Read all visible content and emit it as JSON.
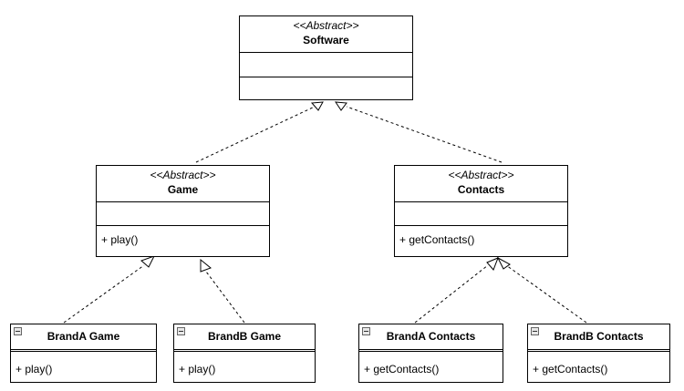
{
  "classes": {
    "software": {
      "stereotype": "<<Abstract>>",
      "name": "Software"
    },
    "game": {
      "stereotype": "<<Abstract>>",
      "name": "Game",
      "method": "+ play()"
    },
    "contacts": {
      "stereotype": "<<Abstract>>",
      "name": "Contacts",
      "method": "+ getContacts()"
    },
    "branda_game": {
      "name": "BrandA Game",
      "method": "+ play()"
    },
    "brandb_game": {
      "name": "BrandB Game",
      "method": "+ play()"
    },
    "branda_contacts": {
      "name": "BrandA Contacts",
      "method": "+ getContacts()"
    },
    "brandb_contacts": {
      "name": "BrandB Contacts",
      "method": "+ getContacts()"
    }
  },
  "relations": [
    {
      "from": "game",
      "to": "software",
      "type": "realization"
    },
    {
      "from": "contacts",
      "to": "software",
      "type": "realization"
    },
    {
      "from": "branda_game",
      "to": "game",
      "type": "realization"
    },
    {
      "from": "brandb_game",
      "to": "game",
      "type": "realization"
    },
    {
      "from": "branda_contacts",
      "to": "contacts",
      "type": "realization"
    },
    {
      "from": "brandb_contacts",
      "to": "contacts",
      "type": "realization"
    }
  ]
}
